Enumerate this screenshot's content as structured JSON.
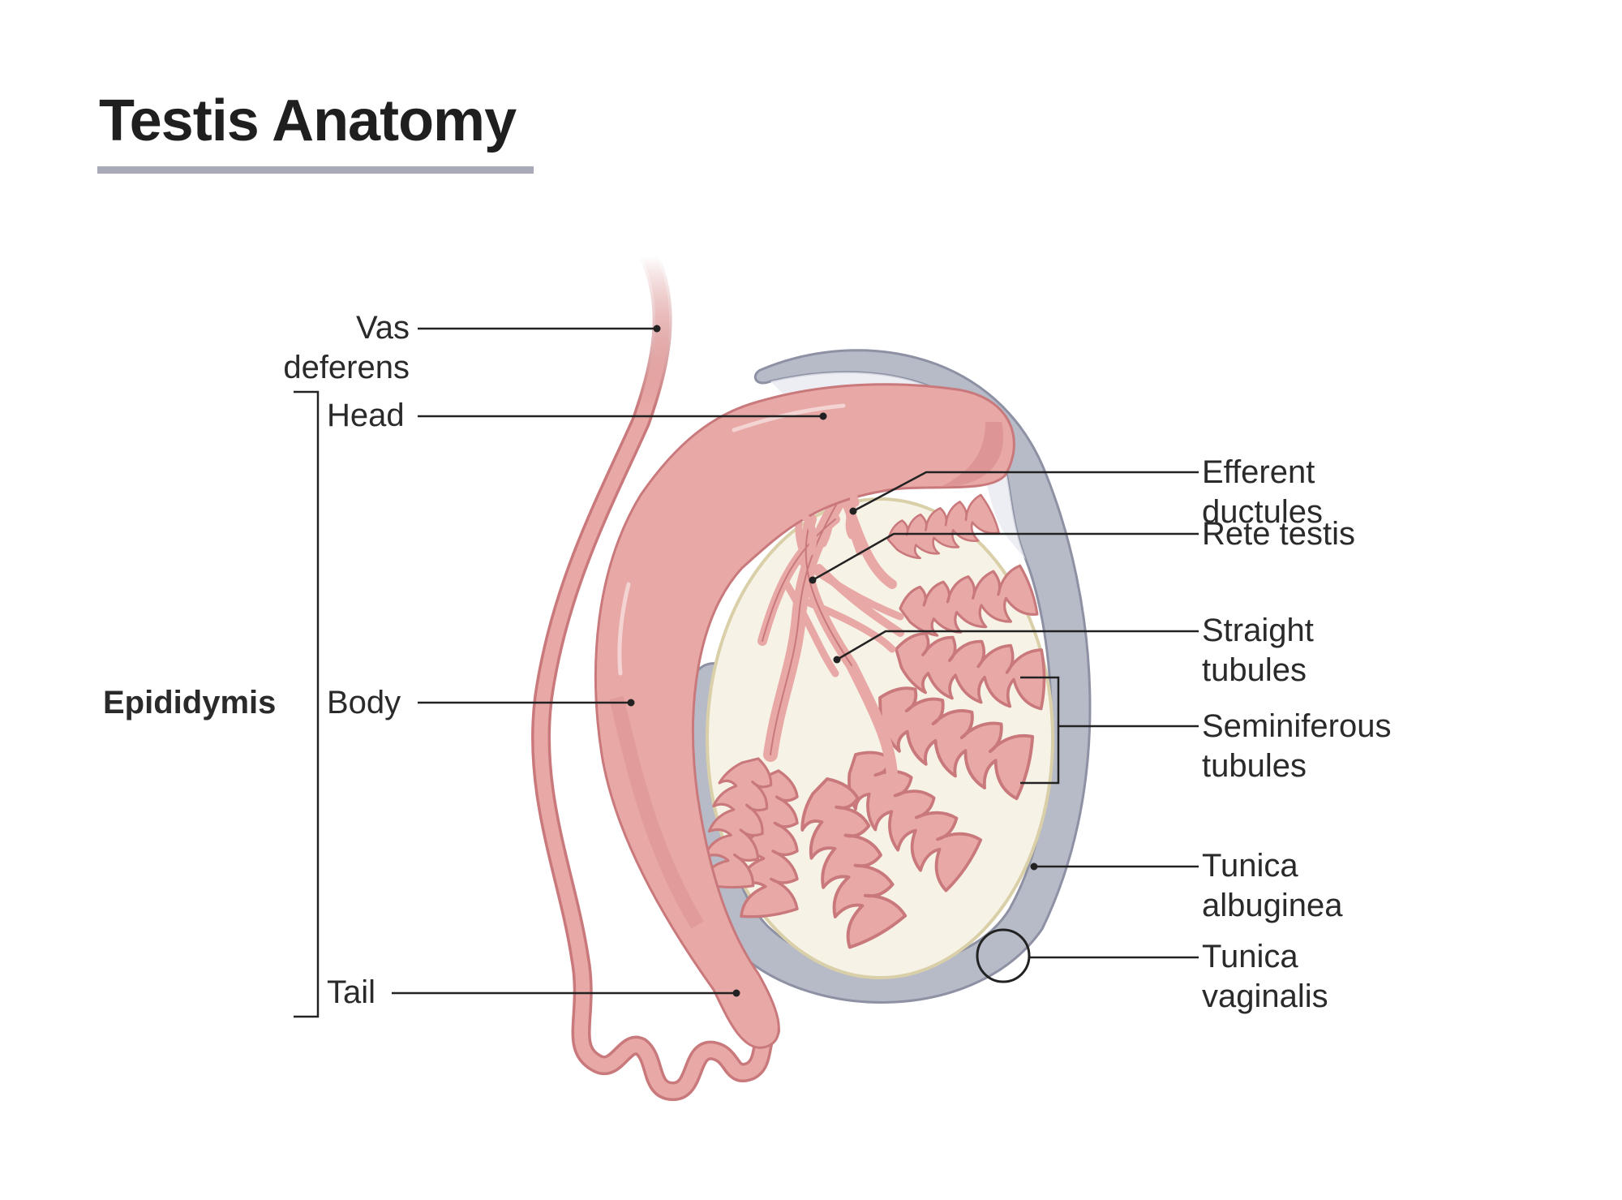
{
  "title": "Testis Anatomy",
  "labels": {
    "vas_deferens": [
      "Vas",
      "deferens"
    ],
    "head": "Head",
    "body": "Body",
    "tail": "Tail",
    "epididymis": "Epididymis",
    "efferent_ductules": [
      "Efferent",
      "ductules"
    ],
    "rete_testis": "Rete testis",
    "straight_tubules": [
      "Straight",
      "tubules"
    ],
    "seminiferous_tubules": [
      "Seminiferous",
      "tubules"
    ],
    "tunica_albuginea": [
      "Tunica",
      "albuginea"
    ],
    "tunica_vaginalis": [
      "Tunica",
      "vaginalis"
    ]
  },
  "colors": {
    "tissue_pink": "#e7a8a6",
    "tissue_dark": "#c9797b",
    "tunica_gray": "#b7bbc8",
    "testis_cream": "#f7f2e6",
    "leader_line": "#222222",
    "title_rule": "#a9aab8"
  }
}
